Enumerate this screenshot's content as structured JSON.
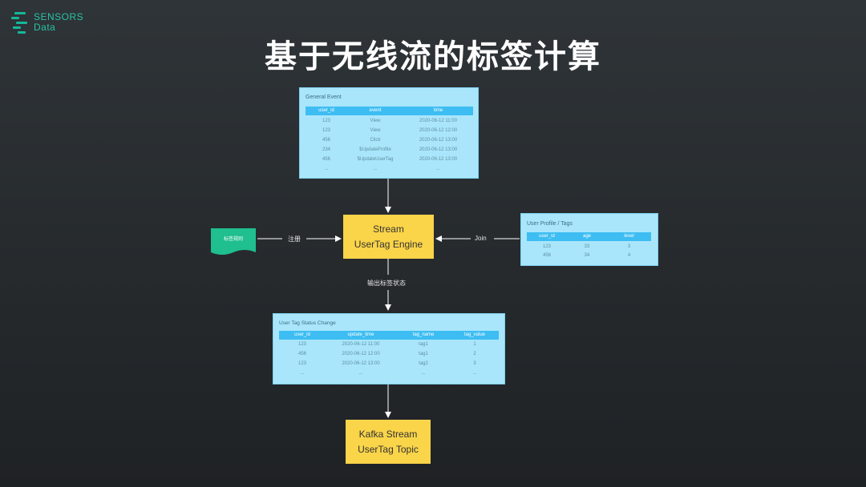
{
  "brand": {
    "line1": "SENSORS",
    "line2": "Data",
    "color": "#14b89a"
  },
  "title": "基于无线流的标签计算",
  "general_event": {
    "title": "General Event",
    "columns": [
      "user_id",
      "event",
      "time"
    ],
    "rows": [
      [
        "123",
        "View",
        "2020-06-12 11:00"
      ],
      [
        "123",
        "View",
        "2020-06-12 12:00"
      ],
      [
        "456",
        "Click",
        "2020-06-12 13:00"
      ],
      [
        "234",
        "$UpdateProfile",
        "2020-06-12 13:00"
      ],
      [
        "456",
        "$UpdateUserTag",
        "2020-06-12 13:00"
      ],
      [
        "...",
        "...",
        "..."
      ]
    ]
  },
  "tag_rule": {
    "label": "标签规则",
    "color": "#1fbf8f"
  },
  "register_label": "注册",
  "engine": {
    "line1": "Stream",
    "line2": "UserTag Engine"
  },
  "join_label": "Join",
  "user_profile": {
    "title": "User Profile / Tags",
    "columns": [
      "user_id",
      "age",
      "level"
    ],
    "rows": [
      [
        "123",
        "33",
        "3"
      ],
      [
        "456",
        "34",
        "4"
      ]
    ]
  },
  "output_label": "输出标签状态",
  "status_change": {
    "title": "User Tag Status Change",
    "columns": [
      "user_id",
      "update_time",
      "tag_name",
      "tag_value"
    ],
    "rows": [
      [
        "123",
        "2020-06-12 11:00",
        "tag1",
        "1"
      ],
      [
        "456",
        "2020-06-12 12:00",
        "tag1",
        "2"
      ],
      [
        "123",
        "2020-06-12 13:00",
        "tag2",
        "3"
      ],
      [
        "...",
        "...",
        "...",
        "..."
      ]
    ]
  },
  "kafka": {
    "line1": "Kafka Stream",
    "line2": "UserTag Topic"
  },
  "colors": {
    "table_bg": "#a9e6fb",
    "table_header": "#3dbdf2",
    "engine": "#fad449"
  }
}
